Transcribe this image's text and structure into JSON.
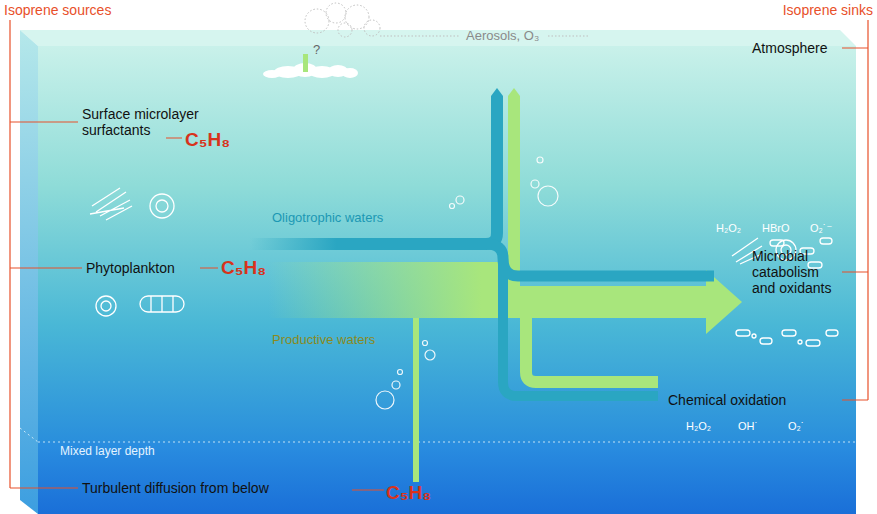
{
  "diagram": {
    "labels": [
      "Isoprene sources",
      "Isoprene sinks",
      "Surface microlayer surfactants",
      "C₅H₈",
      "Phytoplankton",
      "C₅H₈",
      "Turbulent diffusion from below",
      "C₅H₈",
      "Atmosphere",
      "Microbial catabolism and oxidants",
      "Chemical oxidation",
      "Aerosols, O₃",
      "Oligotrophic waters",
      "Productive waters",
      "Mixed layer depth",
      "?",
      "H₂O₂",
      "HBrO",
      "O₂˙⁻",
      "H₂O₂",
      "OH˙",
      "O₂˙"
    ]
  }
}
